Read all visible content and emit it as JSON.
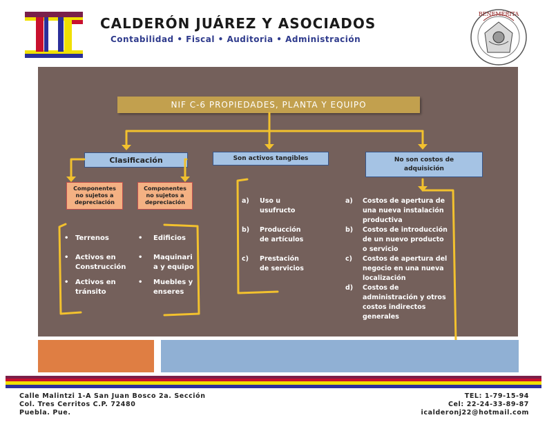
{
  "header": {
    "company_name": "CALDERÓN JUÁREZ Y ASOCIADOS",
    "tagline": "Contabilidad • Fiscal • Auditoria • Administración",
    "seal_text": "BENEMÉRITA"
  },
  "diagram": {
    "title": "NIF C-6 PROPIEDADES, PLANTA Y EQUIPO",
    "branches": {
      "clasificacion": "Clasificación",
      "tangibles": "Son activos tangibles",
      "no_costos": [
        "No son costos de",
        "adquisición"
      ]
    },
    "components": {
      "no_sujetos": [
        "Componentes",
        "no sujetos a",
        "depreciación"
      ],
      "sujetos": [
        "Componentes",
        "no sujetos a",
        "depreciación"
      ]
    },
    "no_sujetos_items": [
      [
        "Terrenos"
      ],
      [
        "Activos en",
        "Construcción"
      ],
      [
        "Activos en",
        "tránsito"
      ]
    ],
    "sujetos_items": [
      [
        "Edificios"
      ],
      [
        "Maquinari",
        "a y equipo"
      ],
      [
        "Muebles y",
        "enseres"
      ]
    ],
    "tangibles_items": [
      {
        "marker": "a)",
        "lines": [
          "Uso u",
          "usufructo"
        ]
      },
      {
        "marker": "b)",
        "lines": [
          "Producción",
          "de artículos"
        ]
      },
      {
        "marker": "c)",
        "lines": [
          "Prestación",
          "de servicios"
        ]
      }
    ],
    "no_costos_items": [
      {
        "marker": "a)",
        "lines": [
          "Costos de apertura de",
          "una nueva instalación",
          "productiva"
        ]
      },
      {
        "marker": "b)",
        "lines": [
          "Costos de introducción",
          "de un nuevo producto",
          "o servicio"
        ]
      },
      {
        "marker": "c)",
        "lines": [
          "Costos de apertura del",
          "negocio en una nueva",
          "localización"
        ]
      },
      {
        "marker": "d)",
        "lines": [
          "Costos de",
          "administración y otros",
          "costos indirectos",
          "generales"
        ]
      }
    ]
  },
  "footer": {
    "address": [
      "Calle Malintzi 1-A San Juan Bosco 2a. Sección",
      "Col. Tres Cerritos C.P. 72480",
      "Puebla. Pue."
    ],
    "contact": [
      "TEL: 1-79-15-94",
      "Cel: 22-24-33-89-87",
      "icalderonj22@hotmail.com"
    ]
  },
  "colors": {
    "panel": "#74605b",
    "title_bar": "#c2a04e",
    "box_blue": "#a5c3e4",
    "box_orange": "#f4b183",
    "connector": "#f2c12e",
    "block_orange": "#df7e43",
    "block_blue": "#90b0d4"
  }
}
